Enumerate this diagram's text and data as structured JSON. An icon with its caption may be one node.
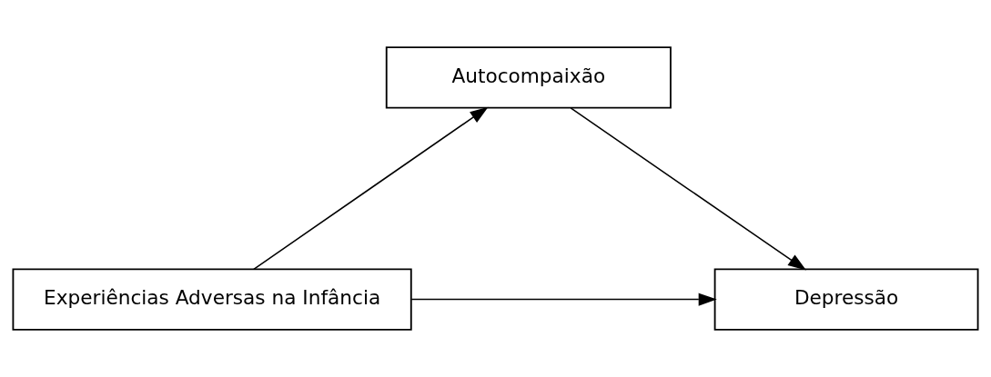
{
  "diagram": {
    "nodes": [
      {
        "text": [
          "Autocompaixão"
        ]
      },
      {
        "text": [
          "Experiências Adversas na Infância"
        ]
      },
      {
        "text": [
          "Depressão"
        ]
      }
    ],
    "edges": [
      {
        "from": 1,
        "to": 0,
        "arrow": "to"
      },
      {
        "from": 0,
        "to": 2,
        "arrow": "to"
      },
      {
        "from": 1,
        "to": 2,
        "arrow": "to"
      }
    ]
  }
}
